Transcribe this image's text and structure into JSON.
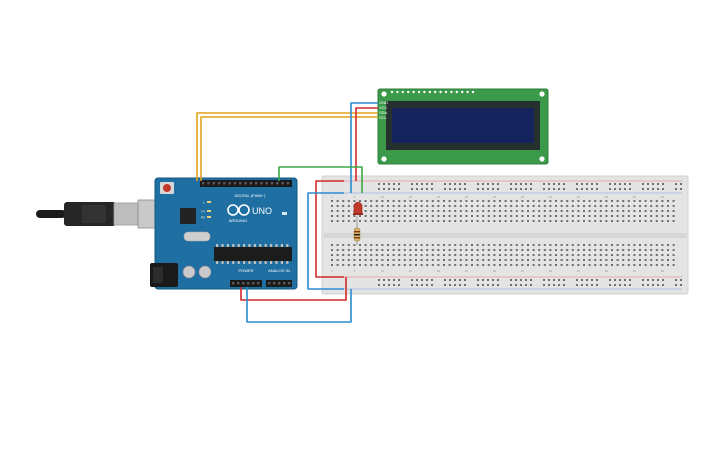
{
  "board": {
    "brand": "ARDUINO",
    "model": "UNO",
    "digital_label": "DIGITAL (PWM~)",
    "power_label": "POWER",
    "analog_label": "ANALOG IN",
    "tx_label": "TX",
    "rx_label": "RX",
    "l_label": "L"
  },
  "lcd": {
    "pins": [
      "GND",
      "VCC",
      "SDA",
      "SCL"
    ]
  },
  "breadboard": {
    "column_numbers": [
      "1",
      "5",
      "10",
      "15",
      "20",
      "25",
      "30",
      "35",
      "40",
      "45",
      "50",
      "55",
      "60"
    ]
  },
  "components": [
    "usb-cable",
    "arduino-uno",
    "lcd-i2c-16x2",
    "led-red",
    "resistor",
    "breadboard"
  ],
  "colors": {
    "board": "#1f6fa3",
    "lcd_pcb": "#3a9a4a",
    "lcd_screen": "#16245e",
    "breadboard": "#e6e6e6",
    "wire_yellow": "#e0a21a",
    "wire_red": "#d02a2a",
    "wire_blue": "#2a8ccf",
    "wire_green": "#3aa845",
    "led_red": "#c0392b",
    "resistor": "#d9b16a"
  }
}
